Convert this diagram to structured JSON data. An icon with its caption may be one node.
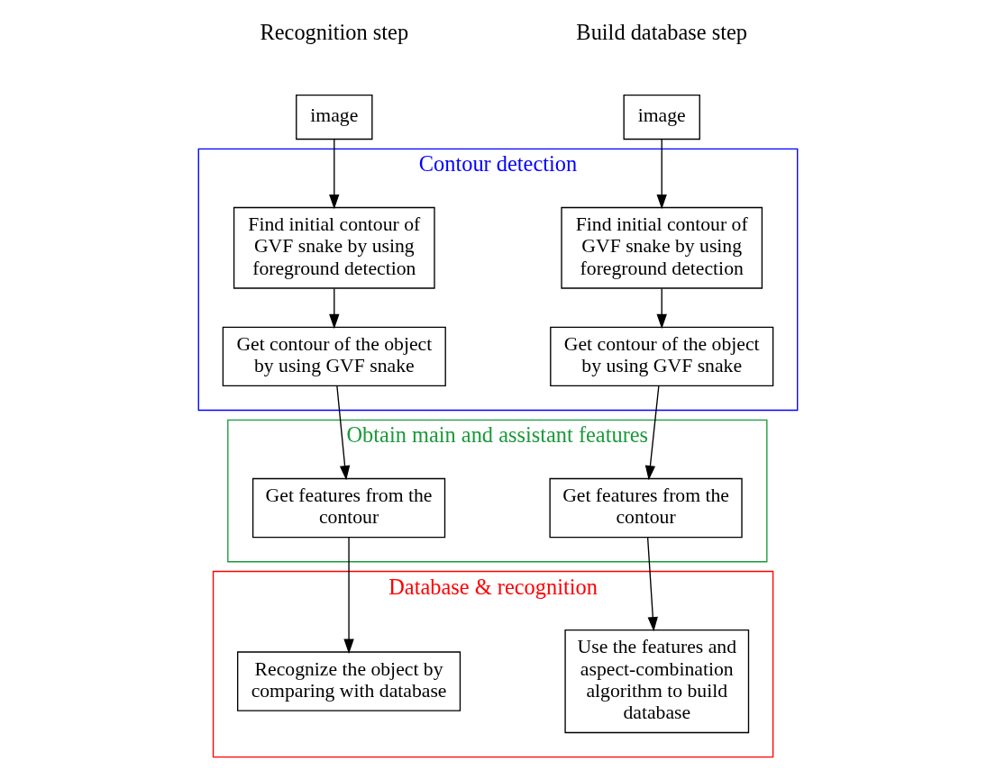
{
  "diagram": {
    "nodes": [
      {
        "text": [
          "image"
        ]
      },
      {
        "text": [
          "image"
        ]
      },
      {
        "text": [
          "Contour detection"
        ]
      },
      {
        "text": [
          "Find initial contour of GVF snake by using foreground detection"
        ],
        "in": 2
      },
      {
        "text": [
          "Get contour of the object by using GVF snake"
        ],
        "in": 2
      },
      {
        "text": [
          "Find initial contour of GVF snake by using foreground detection"
        ],
        "in": 2
      },
      {
        "text": [
          "Get contour of the object by using GVF snake"
        ],
        "in": 2
      },
      {
        "text": [
          "Obtain main and assistant features"
        ]
      },
      {
        "text": [
          "Get features from the contour"
        ],
        "in": 7
      },
      {
        "text": [
          "Get features from the contour"
        ],
        "in": 7
      },
      {
        "text": [
          "Database & recognition"
        ]
      },
      {
        "text": [
          "Use the features and aspect-combination algorithm to build database"
        ],
        "in": 10
      },
      {
        "text": [
          "Recognize the object by comparing with database"
        ],
        "in": 10
      }
    ],
    "edges": [
      {
        "from": 0,
        "to": 3,
        "arrow": "to"
      },
      {
        "from": 3,
        "to": 4,
        "arrow": "to"
      },
      {
        "from": 4,
        "to": 8,
        "arrow": "to"
      },
      {
        "from": 8,
        "to": 11,
        "arrow": "to"
      },
      {
        "from": 1,
        "to": 5,
        "arrow": "to"
      },
      {
        "from": 5,
        "to": 6,
        "arrow": "to"
      },
      {
        "from": 6,
        "to": 9,
        "arrow": "to"
      },
      {
        "from": 9,
        "to": 12,
        "arrow": "to"
      }
    ],
    "labels": [
      "Build database step",
      "Recognition step"
    ]
  }
}
